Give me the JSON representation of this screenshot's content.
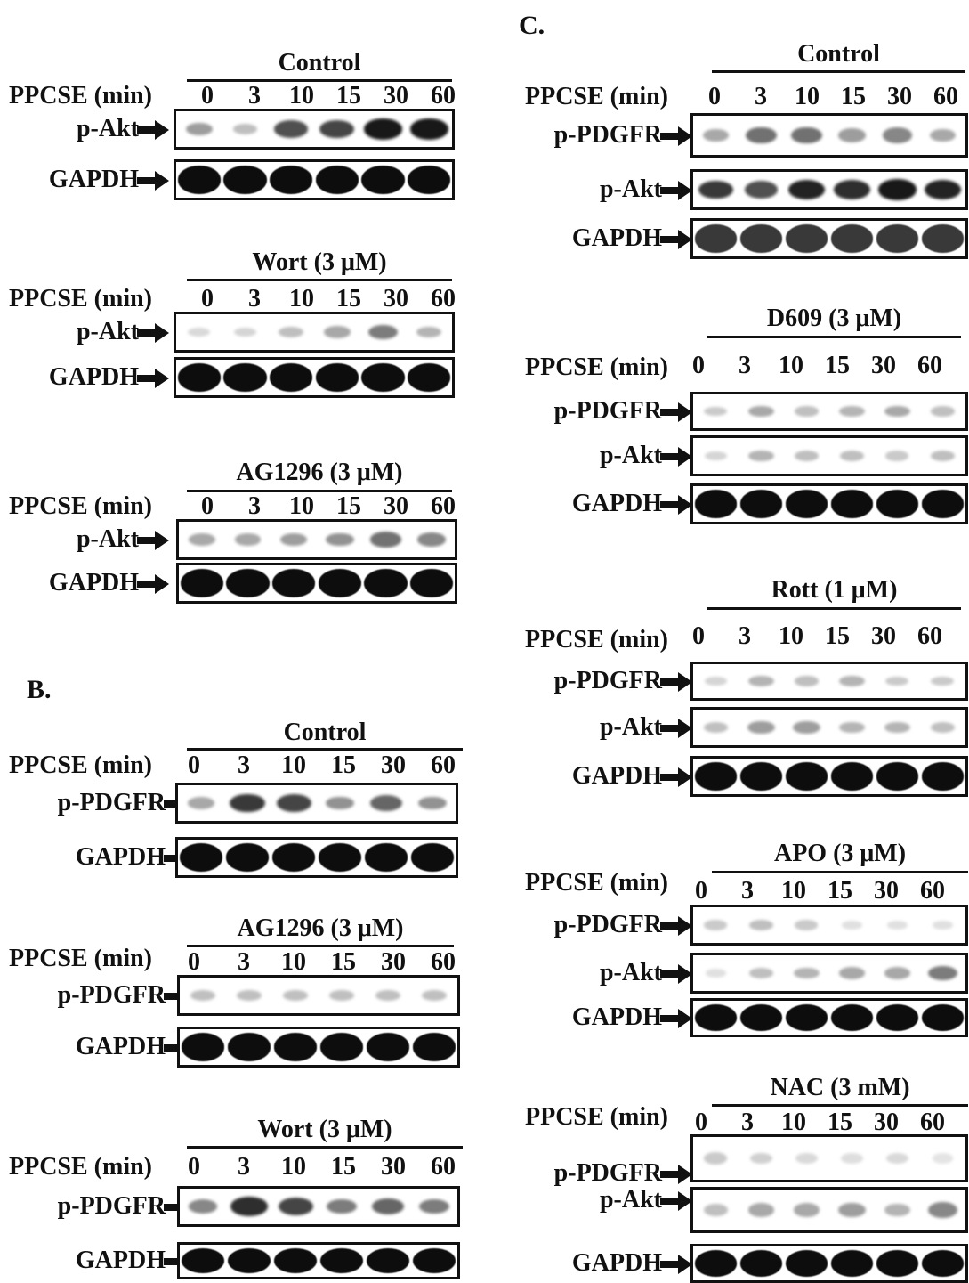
{
  "panels": [
    "B.",
    "C."
  ],
  "lanes": [
    "0",
    "3",
    "10",
    "15",
    "30",
    "60"
  ],
  "ppcse_label": "PPCSE (min)",
  "rows": {
    "pakt": "p-Akt",
    "gapdh": "GAPDH",
    "ppdgfr": "p-PDGFR"
  },
  "conditions": {
    "control": "Control",
    "wort": "Wort (3 μM)",
    "ag1296": "AG1296 (3 μM)",
    "d609": "D609 (3 μM)",
    "rott": "Rott (1 μM)",
    "apo": "APO (3 μM)",
    "nac": "NAC (3 mM)"
  },
  "colors": {
    "ink": "#111111",
    "band_dark": "#0d0d0d",
    "band_mid": "#3a3a3a",
    "band_faint": "#9a9a9a"
  },
  "band_intensity": {
    "a_control_pakt": [
      0.35,
      0.2,
      0.7,
      0.75,
      0.95,
      0.95
    ],
    "a_control_gapdh": [
      1,
      1,
      1,
      1,
      1,
      1
    ],
    "a_wort_pakt": [
      0.08,
      0.1,
      0.2,
      0.3,
      0.5,
      0.25
    ],
    "a_wort_gapdh": [
      1,
      1,
      1,
      1,
      1,
      1
    ],
    "a_ag1296_pakt": [
      0.3,
      0.3,
      0.35,
      0.4,
      0.55,
      0.45
    ],
    "a_ag1296_gapdh": [
      1,
      1,
      1,
      1,
      1,
      1
    ],
    "b_control_ppdgfr": [
      0.3,
      0.8,
      0.75,
      0.4,
      0.6,
      0.4
    ],
    "b_control_gapdh": [
      1,
      1,
      1,
      1,
      1,
      1
    ],
    "b_ag1296_ppdgfr": [
      0.2,
      0.2,
      0.2,
      0.2,
      0.2,
      0.2
    ],
    "b_ag1296_gapdh": [
      1,
      1,
      1,
      1,
      1,
      1
    ],
    "b_wort_ppdgfr": [
      0.45,
      0.85,
      0.75,
      0.5,
      0.6,
      0.5
    ],
    "b_wort_gapdh": [
      1,
      1,
      1,
      1,
      1,
      1
    ],
    "c_control_ppdgfr": [
      0.3,
      0.55,
      0.55,
      0.35,
      0.45,
      0.3
    ],
    "c_control_pakt": [
      0.8,
      0.7,
      0.9,
      0.85,
      0.95,
      0.9
    ],
    "c_control_gapdh": [
      0.8,
      0.8,
      0.8,
      0.8,
      0.8,
      0.8
    ],
    "c_d609_ppdgfr": [
      0.15,
      0.3,
      0.2,
      0.25,
      0.3,
      0.2
    ],
    "c_d609_pakt": [
      0.1,
      0.25,
      0.2,
      0.2,
      0.15,
      0.2
    ],
    "c_d609_gapdh": [
      1,
      1,
      1,
      1,
      1,
      1
    ],
    "c_rott_ppdgfr": [
      0.1,
      0.25,
      0.2,
      0.25,
      0.15,
      0.15
    ],
    "c_rott_pakt": [
      0.2,
      0.35,
      0.35,
      0.25,
      0.25,
      0.2
    ],
    "c_rott_gapdh": [
      1,
      1,
      1,
      1,
      1,
      1
    ],
    "c_apo_ppdgfr": [
      0.15,
      0.2,
      0.15,
      0.05,
      0.05,
      0.05
    ],
    "c_apo_pakt": [
      0.05,
      0.2,
      0.25,
      0.3,
      0.3,
      0.5
    ],
    "c_apo_gapdh": [
      1,
      1,
      1,
      1,
      1,
      1
    ],
    "c_nac_ppdgfr": [
      0.15,
      0.12,
      0.08,
      0.06,
      0.08,
      0.03
    ],
    "c_nac_pakt": [
      0.2,
      0.3,
      0.3,
      0.35,
      0.25,
      0.45
    ],
    "c_nac_gapdh": [
      1,
      1,
      1,
      1,
      1,
      1
    ]
  }
}
